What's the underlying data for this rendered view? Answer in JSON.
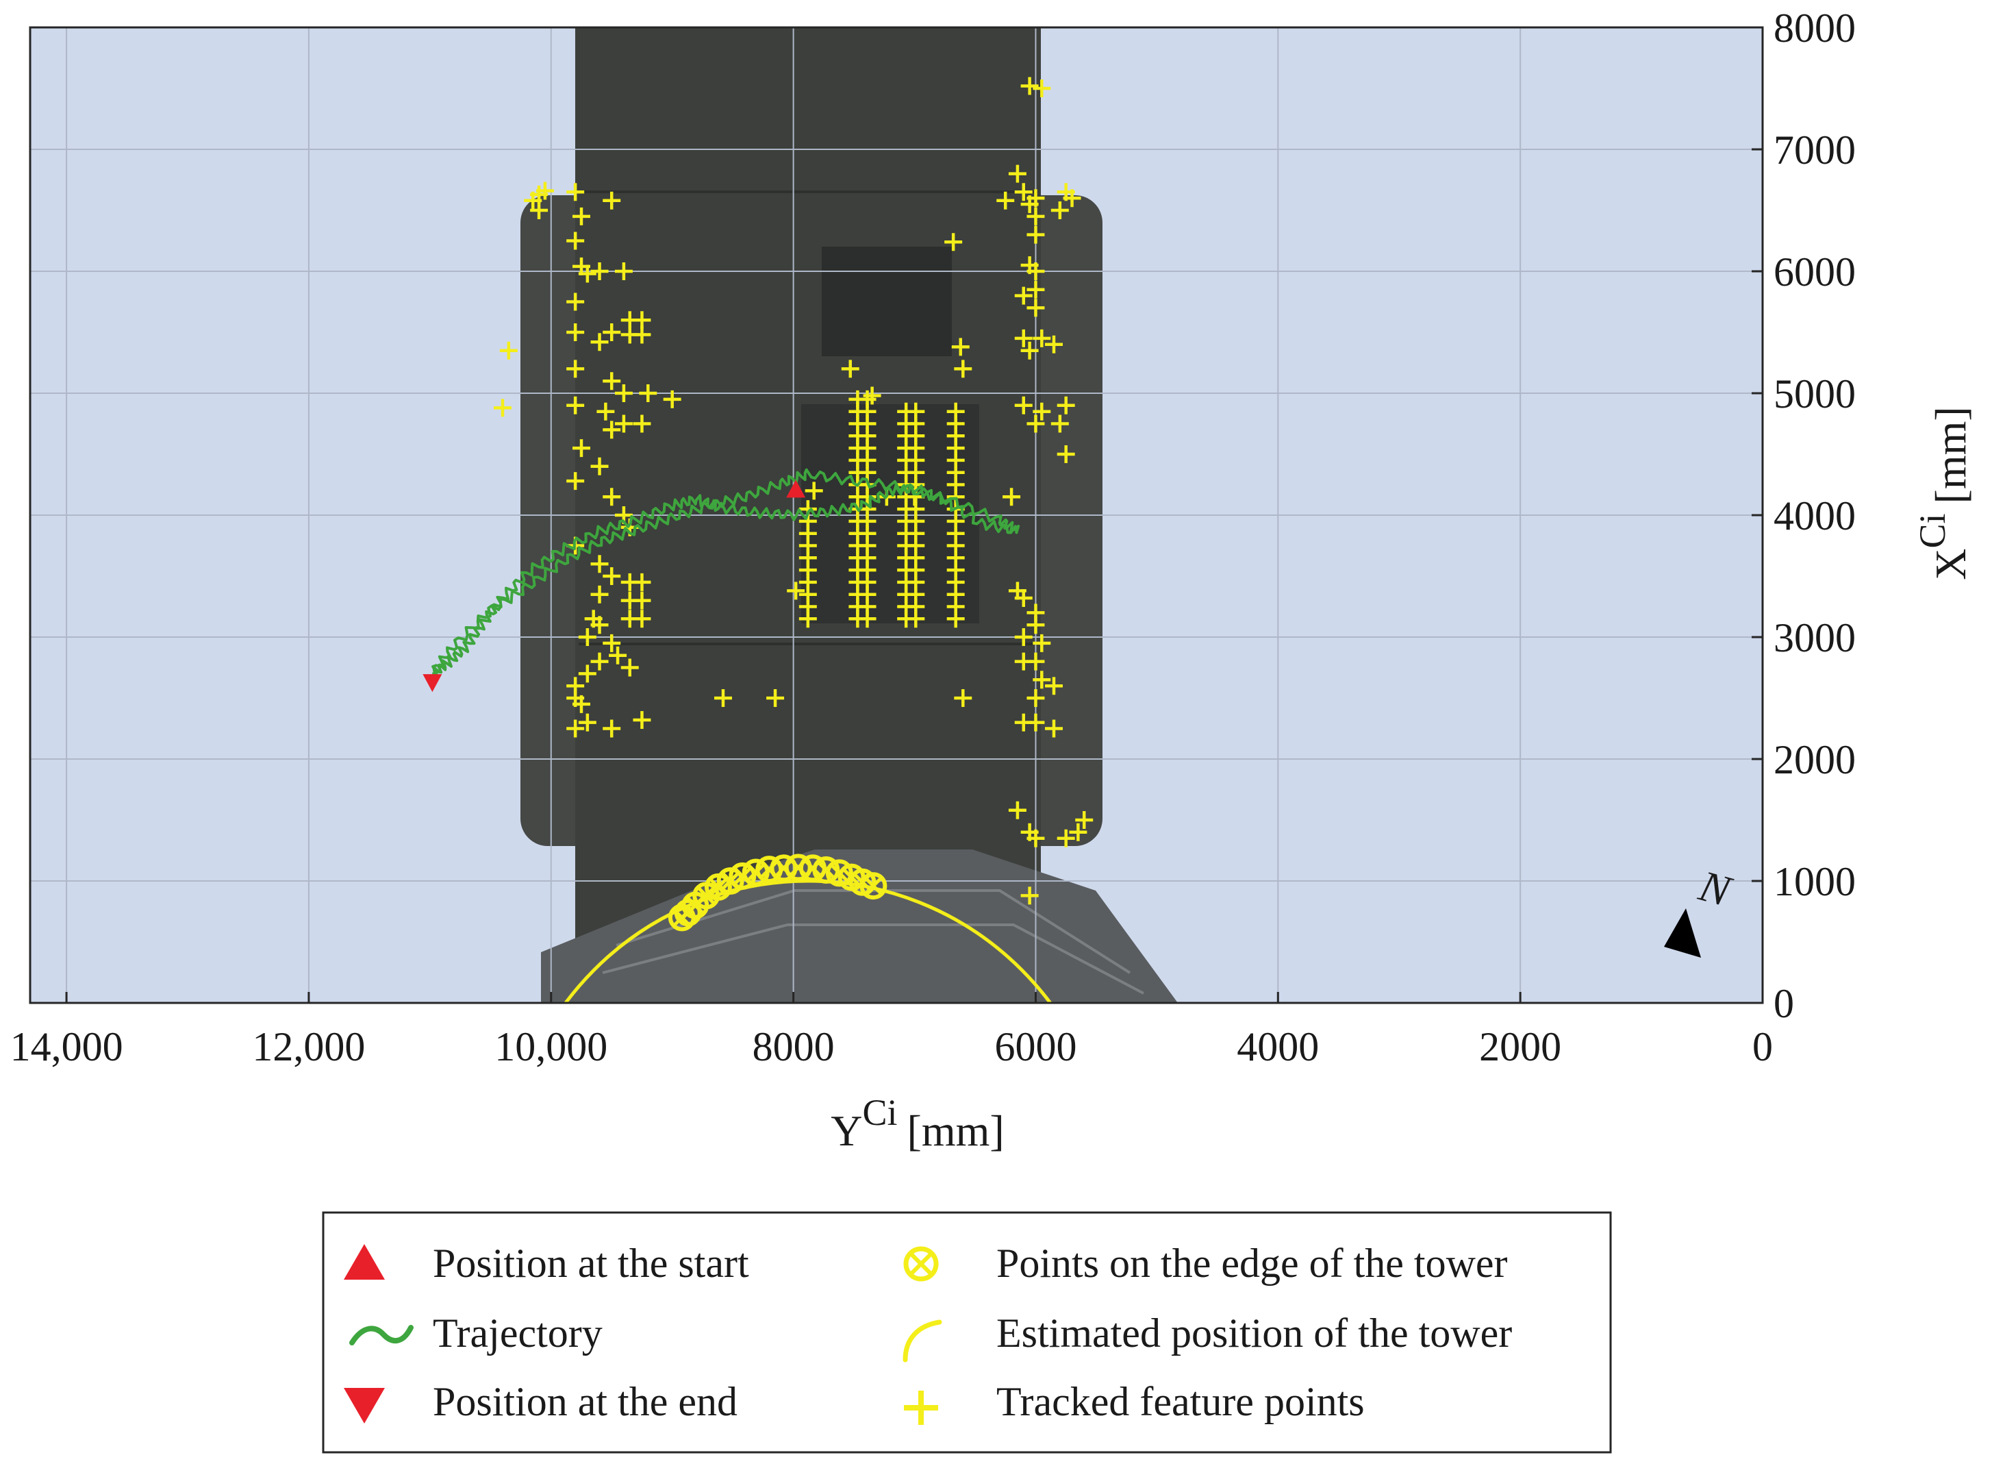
{
  "chart_data": {
    "type": "scatter",
    "xlabel": "Y",
    "xlabel_superscript": "Ci",
    "xlabel_unit": "[mm]",
    "ylabel": "X",
    "ylabel_superscript": "Ci",
    "ylabel_unit": "[mm]",
    "xlim": [
      14300,
      0
    ],
    "ylim": [
      0,
      8000
    ],
    "x_reversed": true,
    "y_axis_side": "right",
    "grid": true,
    "x_ticks": [
      {
        "v": 14000,
        "label": "14,000"
      },
      {
        "v": 12000,
        "label": "12,000"
      },
      {
        "v": 10000,
        "label": "10,000"
      },
      {
        "v": 8000,
        "label": "8000"
      },
      {
        "v": 6000,
        "label": "6000"
      },
      {
        "v": 4000,
        "label": "4000"
      },
      {
        "v": 2000,
        "label": "2000"
      },
      {
        "v": 0,
        "label": "0"
      }
    ],
    "y_ticks": [
      {
        "v": 8000,
        "label": "8000"
      },
      {
        "v": 7000,
        "label": "7000"
      },
      {
        "v": 6000,
        "label": "6000"
      },
      {
        "v": 5000,
        "label": "5000"
      },
      {
        "v": 4000,
        "label": "4000"
      },
      {
        "v": 3000,
        "label": "3000"
      },
      {
        "v": 2000,
        "label": "2000"
      },
      {
        "v": 1000,
        "label": "1000"
      },
      {
        "v": 0,
        "label": "0"
      }
    ],
    "north_label": "N",
    "start": [
      7980,
      4200
    ],
    "end": [
      10980,
      2640
    ],
    "trajectory": [
      [
        10980,
        2700
      ],
      [
        10850,
        2790
      ],
      [
        10700,
        2920
      ],
      [
        10560,
        3120
      ],
      [
        10400,
        3320
      ],
      [
        10180,
        3540
      ],
      [
        9900,
        3720
      ],
      [
        9600,
        3870
      ],
      [
        9300,
        3960
      ],
      [
        9000,
        4080
      ],
      [
        8800,
        4130
      ],
      [
        8600,
        4060
      ],
      [
        8300,
        4020
      ],
      [
        8000,
        4000
      ],
      [
        7700,
        4030
      ],
      [
        7420,
        4080
      ],
      [
        7200,
        4200
      ],
      [
        7000,
        4220
      ],
      [
        6750,
        4120
      ],
      [
        6450,
        3930
      ],
      [
        6150,
        3870
      ],
      [
        6300,
        3960
      ],
      [
        6700,
        4120
      ],
      [
        7100,
        4230
      ],
      [
        7500,
        4280
      ],
      [
        7880,
        4340
      ],
      [
        8100,
        4260
      ],
      [
        8400,
        4150
      ],
      [
        8700,
        4080
      ],
      [
        9000,
        3980
      ],
      [
        9300,
        3880
      ],
      [
        9600,
        3780
      ],
      [
        9900,
        3620
      ],
      [
        10200,
        3410
      ],
      [
        10500,
        3220
      ],
      [
        10800,
        2930
      ],
      [
        10980,
        2700
      ]
    ],
    "tower_edge_points": [
      [
        8920,
        700
      ],
      [
        8870,
        740
      ],
      [
        8810,
        800
      ],
      [
        8720,
        880
      ],
      [
        8620,
        950
      ],
      [
        8520,
        1000
      ],
      [
        8420,
        1040
      ],
      [
        8310,
        1070
      ],
      [
        8200,
        1095
      ],
      [
        8080,
        1105
      ],
      [
        7960,
        1110
      ],
      [
        7840,
        1105
      ],
      [
        7730,
        1090
      ],
      [
        7620,
        1065
      ],
      [
        7520,
        1030
      ],
      [
        7430,
        990
      ],
      [
        7340,
        960
      ]
    ],
    "tower_circle": {
      "center": [
        7880,
        -1500
      ],
      "radius": 2500
    },
    "tracked_points": [
      [
        10050,
        6660
      ],
      [
        10100,
        6630
      ],
      [
        10150,
        6580
      ],
      [
        10100,
        6500
      ],
      [
        9800,
        6650
      ],
      [
        9750,
        6450
      ],
      [
        9500,
        6580
      ],
      [
        9800,
        6250
      ],
      [
        9750,
        6040
      ],
      [
        9700,
        5980
      ],
      [
        9600,
        6000
      ],
      [
        9400,
        6000
      ],
      [
        9800,
        5750
      ],
      [
        9800,
        5500
      ],
      [
        9600,
        5420
      ],
      [
        9500,
        5500
      ],
      [
        9350,
        5600
      ],
      [
        9250,
        5600
      ],
      [
        9350,
        5480
      ],
      [
        9250,
        5480
      ],
      [
        9800,
        5200
      ],
      [
        9500,
        5100
      ],
      [
        9400,
        5000
      ],
      [
        9200,
        5000
      ],
      [
        9000,
        4950
      ],
      [
        9800,
        4900
      ],
      [
        9550,
        4850
      ],
      [
        9400,
        4750
      ],
      [
        9250,
        4750
      ],
      [
        9500,
        4700
      ],
      [
        9750,
        4550
      ],
      [
        9600,
        4400
      ],
      [
        9800,
        4280
      ],
      [
        9500,
        4150
      ],
      [
        9400,
        4000
      ],
      [
        9350,
        3900
      ],
      [
        9800,
        3750
      ],
      [
        9600,
        3600
      ],
      [
        9500,
        3500
      ],
      [
        9350,
        3450
      ],
      [
        9250,
        3450
      ],
      [
        9350,
        3300
      ],
      [
        9250,
        3300
      ],
      [
        9350,
        3150
      ],
      [
        9250,
        3150
      ],
      [
        9600,
        3350
      ],
      [
        9650,
        3150
      ],
      [
        9600,
        3100
      ],
      [
        9700,
        3000
      ],
      [
        9500,
        2950
      ],
      [
        9450,
        2850
      ],
      [
        9600,
        2800
      ],
      [
        9700,
        2700
      ],
      [
        9350,
        2750
      ],
      [
        9800,
        2600
      ],
      [
        9800,
        2500
      ],
      [
        9750,
        2450
      ],
      [
        9700,
        2300
      ],
      [
        9800,
        2250
      ],
      [
        9500,
        2250
      ],
      [
        9250,
        2320
      ],
      [
        10350,
        5350
      ],
      [
        10400,
        4880
      ],
      [
        6050,
        7520
      ],
      [
        5950,
        7500
      ],
      [
        6150,
        6800
      ],
      [
        6100,
        6650
      ],
      [
        6000,
        6600
      ],
      [
        6250,
        6580
      ],
      [
        5750,
        6650
      ],
      [
        5700,
        6600
      ],
      [
        5800,
        6500
      ],
      [
        6050,
        6550
      ],
      [
        6000,
        6450
      ],
      [
        6000,
        6300
      ],
      [
        6050,
        6050
      ],
      [
        6000,
        6000
      ],
      [
        6000,
        5850
      ],
      [
        6100,
        5800
      ],
      [
        6000,
        5700
      ],
      [
        6100,
        5450
      ],
      [
        5950,
        5450
      ],
      [
        5850,
        5400
      ],
      [
        6050,
        5350
      ],
      [
        6100,
        4900
      ],
      [
        5950,
        4850
      ],
      [
        6000,
        4750
      ],
      [
        5800,
        4750
      ],
      [
        5750,
        4900
      ],
      [
        5750,
        4500
      ],
      [
        6200,
        4150
      ],
      [
        6150,
        3380
      ],
      [
        6100,
        3320
      ],
      [
        6000,
        3200
      ],
      [
        6000,
        3100
      ],
      [
        6100,
        3000
      ],
      [
        5950,
        2950
      ],
      [
        6000,
        2800
      ],
      [
        6100,
        2800
      ],
      [
        5950,
        2650
      ],
      [
        5850,
        2600
      ],
      [
        6000,
        2500
      ],
      [
        6100,
        2300
      ],
      [
        6000,
        2300
      ],
      [
        5850,
        2250
      ],
      [
        6150,
        1580
      ],
      [
        6050,
        1400
      ],
      [
        6000,
        1350
      ],
      [
        5600,
        1500
      ],
      [
        5650,
        1400
      ],
      [
        5750,
        1350
      ],
      [
        6050,
        880
      ],
      [
        6680,
        6240
      ],
      [
        6620,
        5380
      ],
      [
        6600,
        5200
      ],
      [
        6600,
        2500
      ],
      [
        7350,
        4980
      ],
      [
        7230,
        4150
      ],
      [
        7000,
        4150
      ],
      [
        8580,
        2500
      ],
      [
        8150,
        2500
      ],
      [
        7980,
        3380
      ],
      [
        7530,
        5200
      ],
      [
        7830,
        4200
      ]
    ],
    "tracked_grid_clusters": [
      {
        "xs": [
          7470,
          7390
        ],
        "y_from": 3150,
        "y_to": 4950,
        "step": 100
      },
      {
        "xs": [
          7070,
          6990
        ],
        "y_from": 3150,
        "y_to": 4850,
        "step": 100
      },
      {
        "xs": [
          6660
        ],
        "y_from": 3150,
        "y_to": 4850,
        "step": 100
      },
      {
        "xs": [
          7880
        ],
        "y_from": 3150,
        "y_to": 4050,
        "step": 100
      }
    ],
    "colors": {
      "sky": "#cfd9ec",
      "start_end": "#e8202a",
      "trajectory": "#3ea63e",
      "yellow": "#f4ee1a",
      "grid": "#aeb8c8",
      "tower_body": "#3c3f3b",
      "nacelle": "#5a5d60"
    },
    "legend": {
      "placement": "bottom",
      "items": [
        {
          "label": "Position at the start",
          "marker": "triangle-up"
        },
        {
          "label": "Trajectory",
          "marker": "wave"
        },
        {
          "label": "Position at the end",
          "marker": "triangle-down"
        },
        {
          "label": "Points on the edge of the tower",
          "marker": "circle-x"
        },
        {
          "label": "Estimated position of the tower",
          "marker": "arc"
        },
        {
          "label": "Tracked feature points",
          "marker": "plus"
        }
      ]
    }
  }
}
